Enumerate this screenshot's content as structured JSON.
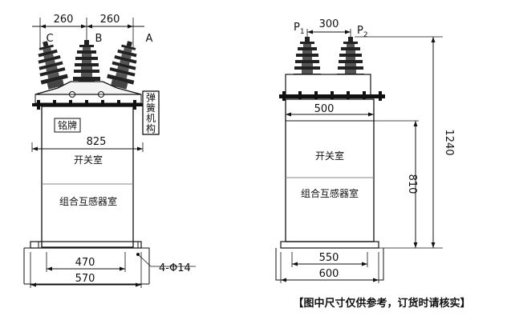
{
  "left_view": {
    "phase_labels": [
      "C",
      "B",
      "A"
    ],
    "dim_top_left": "260",
    "dim_top_right": "260",
    "spring_label": [
      "弹",
      "簧",
      "机",
      "构"
    ],
    "nameplate": "铭牌",
    "width_825": "825",
    "switch_room": "开关室",
    "ct_room": "组合互感器室",
    "dim_470": "470",
    "dim_570": "570",
    "holes": "4-Φ14"
  },
  "right_view": {
    "p1": "P",
    "p1_sub": "1",
    "p2": "P",
    "p2_sub": "2",
    "dim_300": "300",
    "dim_500": "500",
    "switch_room": "开关室",
    "ct_room": "组合互感器室",
    "dim_1240": "1240",
    "dim_810": "810",
    "dim_550": "550",
    "dim_600": "600"
  },
  "note": "【图中尺寸仅供参考，订货时请核实】"
}
